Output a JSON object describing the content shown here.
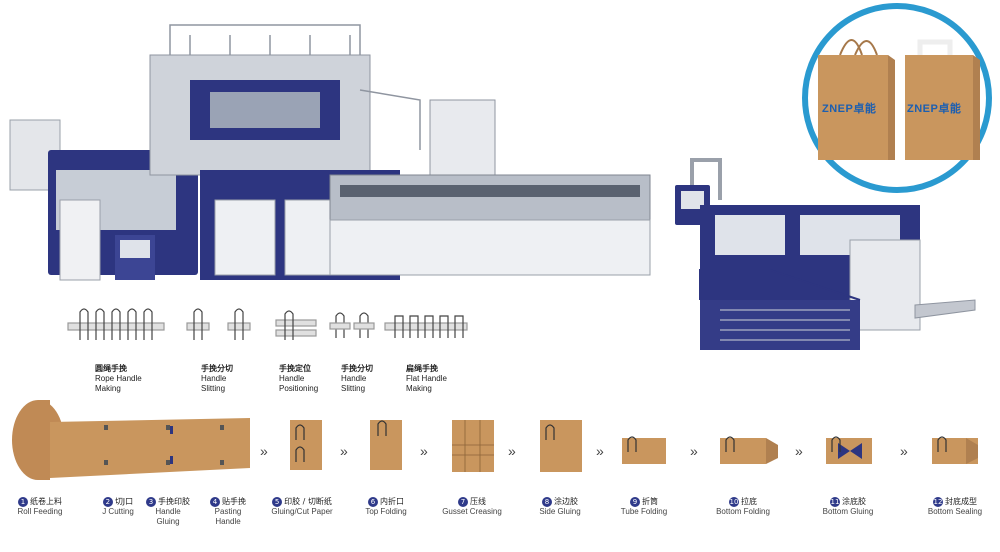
{
  "logos": [
    "ZNEP卓能",
    "ZNEP卓能"
  ],
  "handle_types": [
    {
      "zh": "圆绳手挽",
      "en": "Rope Handle Making"
    },
    {
      "zh": "手挽分切",
      "en": "Handle Slitting"
    },
    {
      "zh": "手挽定位",
      "en": "Handle Positioning"
    },
    {
      "zh": "手挽分切",
      "en": "Handle Slitting"
    },
    {
      "zh": "扁绳手挽",
      "en": "Flat Handle Making"
    }
  ],
  "steps": [
    {
      "num": "1",
      "zh": "纸卷上料",
      "en": "Roll Feeding"
    },
    {
      "num": "2",
      "zh": "切J口",
      "en": "J Cutting"
    },
    {
      "num": "3",
      "zh": "手挽印胶",
      "en": "Handle Gluing"
    },
    {
      "num": "4",
      "zh": "贴手挽",
      "en": "Pasting Handle"
    },
    {
      "num": "5",
      "zh": "印胶 / 切断纸",
      "en": "Gluing/Cut Paper"
    },
    {
      "num": "6",
      "zh": "内折口",
      "en": "Top Folding"
    },
    {
      "num": "7",
      "zh": "压线",
      "en": "Gusset Creasing"
    },
    {
      "num": "8",
      "zh": "涂边胶",
      "en": "Side Gluing"
    },
    {
      "num": "9",
      "zh": "折筒",
      "en": "Tube Folding"
    },
    {
      "num": "10",
      "zh": "拉底",
      "en": "Bottom Folding"
    },
    {
      "num": "11",
      "zh": "涂底胶",
      "en": "Bottom Gluing"
    },
    {
      "num": "12",
      "zh": "封底成型",
      "en": "Bottom Sealing"
    }
  ],
  "arrow_glyph": "»",
  "colors": {
    "machine_blue": "#2d3580",
    "machine_grey": "#d9dbe0",
    "kraft": "#c9965e",
    "circle": "#2a9ad0"
  }
}
